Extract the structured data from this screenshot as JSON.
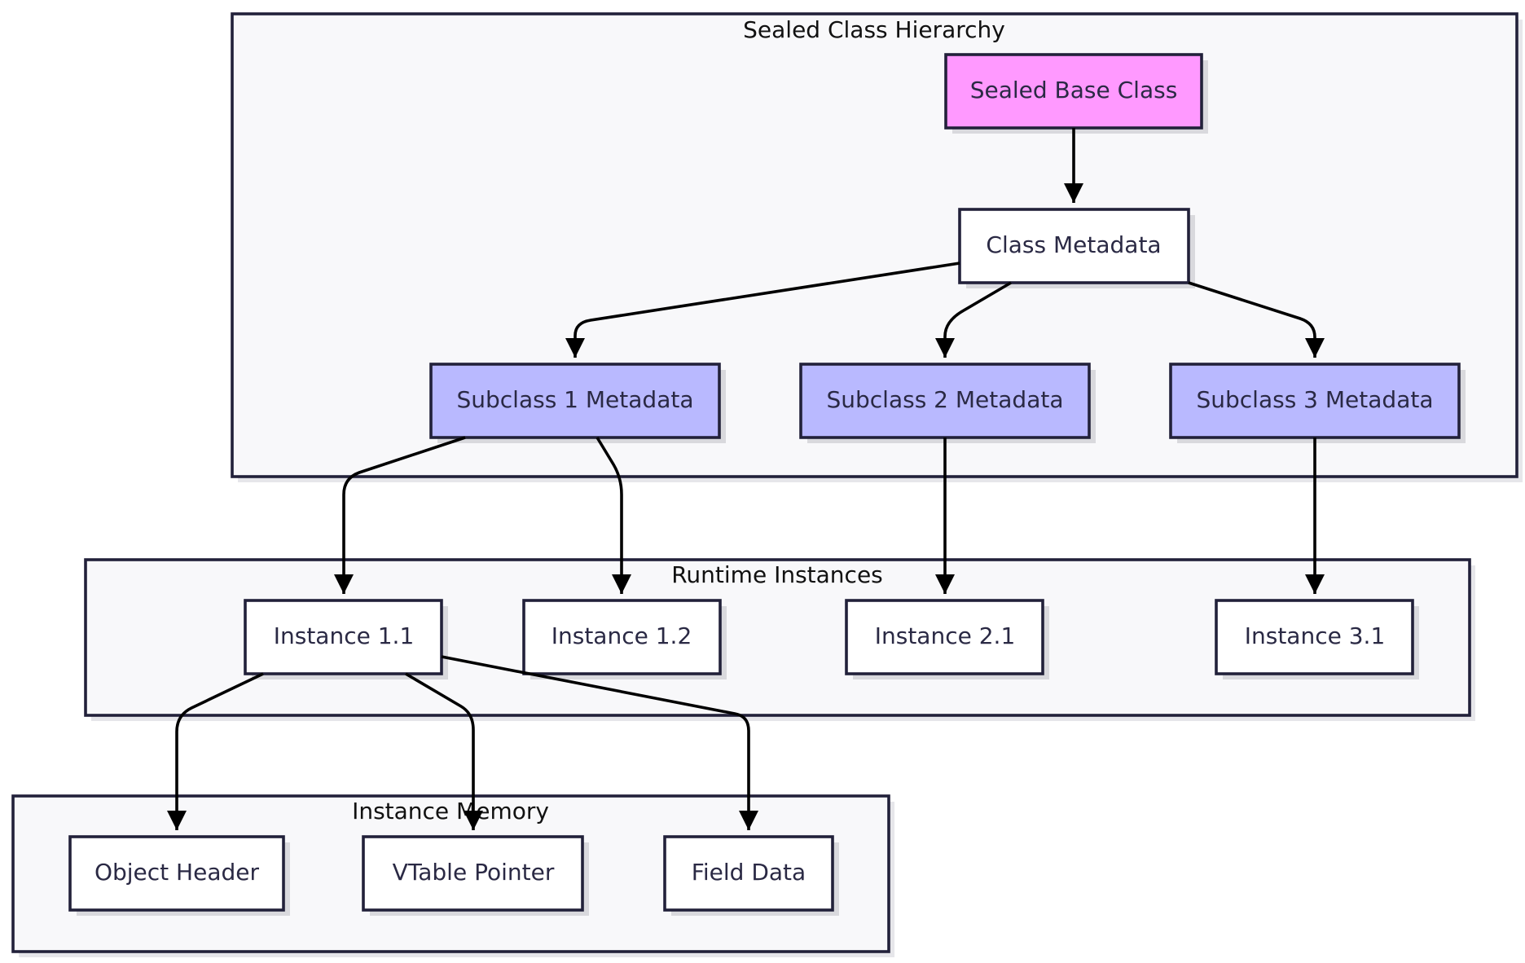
{
  "diagram": {
    "clusters": {
      "hierarchy": {
        "label": "Sealed Class Hierarchy"
      },
      "runtime": {
        "label": "Runtime Instances"
      },
      "memory": {
        "label": "Instance Memory"
      }
    },
    "nodes": {
      "sealed_base": {
        "label": "Sealed Base Class",
        "fill": "#ff99ff"
      },
      "class_metadata": {
        "label": "Class Metadata",
        "fill": "#ffffff"
      },
      "subclass1": {
        "label": "Subclass 1 Metadata",
        "fill": "#b9b9ff"
      },
      "subclass2": {
        "label": "Subclass 2 Metadata",
        "fill": "#b9b9ff"
      },
      "subclass3": {
        "label": "Subclass 3 Metadata",
        "fill": "#b9b9ff"
      },
      "instance11": {
        "label": "Instance 1.1",
        "fill": "#ffffff"
      },
      "instance12": {
        "label": "Instance 1.2",
        "fill": "#ffffff"
      },
      "instance21": {
        "label": "Instance 2.1",
        "fill": "#ffffff"
      },
      "instance31": {
        "label": "Instance 3.1",
        "fill": "#ffffff"
      },
      "object_header": {
        "label": "Object Header",
        "fill": "#ffffff"
      },
      "vtable_pointer": {
        "label": "VTable Pointer",
        "fill": "#ffffff"
      },
      "field_data": {
        "label": "Field Data",
        "fill": "#ffffff"
      }
    },
    "edges": [
      {
        "from": "sealed_base",
        "to": "class_metadata"
      },
      {
        "from": "class_metadata",
        "to": "subclass1"
      },
      {
        "from": "class_metadata",
        "to": "subclass2"
      },
      {
        "from": "class_metadata",
        "to": "subclass3"
      },
      {
        "from": "subclass1",
        "to": "instance11"
      },
      {
        "from": "subclass1",
        "to": "instance12"
      },
      {
        "from": "subclass2",
        "to": "instance21"
      },
      {
        "from": "subclass3",
        "to": "instance31"
      },
      {
        "from": "instance11",
        "to": "object_header"
      },
      {
        "from": "instance11",
        "to": "vtable_pointer"
      },
      {
        "from": "instance11",
        "to": "field_data"
      }
    ]
  }
}
